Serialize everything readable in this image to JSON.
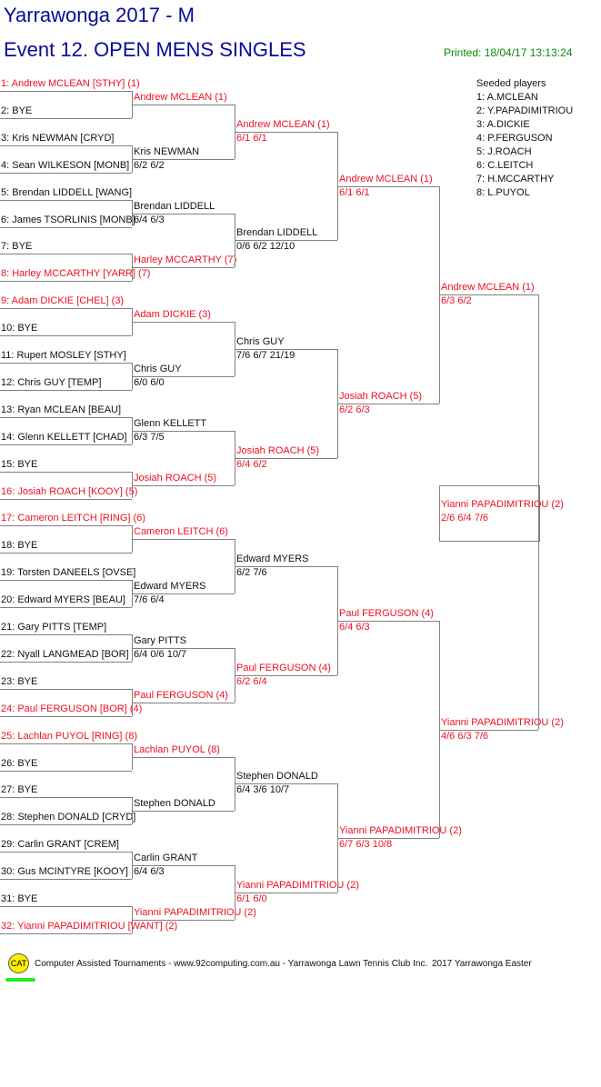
{
  "header": {
    "title": "Yarrawonga 2017 - M",
    "event": "Event 12. OPEN MENS SINGLES",
    "printed": "Printed: 18/04/17 13:13:24"
  },
  "seeded": {
    "heading": "Seeded players",
    "players": [
      "1: A.MCLEAN",
      "2: Y.PAPADIMITRIOU",
      "3: A.DICKIE",
      "4: P.FERGUSON",
      "5: J.ROACH",
      "6: C.LEITCH",
      "7: H.MCCARTHY",
      "8: L.PUYOL"
    ]
  },
  "colors": {
    "seeded": "#f01020",
    "normal": "#111111",
    "title": "#0a0a9a",
    "printed": "#0a8a0a",
    "lines": "#808080"
  },
  "draw": {
    "round1": [
      {
        "text": "1: Andrew MCLEAN [STHY] (1)",
        "seeded": true
      },
      {
        "text": "2: BYE",
        "seeded": false
      },
      {
        "text": "3: Kris NEWMAN [CRYD]",
        "seeded": false
      },
      {
        "text": "4: Sean WILKESON [MONB]",
        "seeded": false
      },
      {
        "text": "5: Brendan LIDDELL [WANG]",
        "seeded": false
      },
      {
        "text": "6: James TSORLINIS [MONB]",
        "seeded": false
      },
      {
        "text": "7: BYE",
        "seeded": false
      },
      {
        "text": "8: Harley MCCARTHY [YARR] (7)",
        "seeded": true
      },
      {
        "text": "9: Adam DICKIE [CHEL] (3)",
        "seeded": true
      },
      {
        "text": "10: BYE",
        "seeded": false
      },
      {
        "text": "11: Rupert MOSLEY [STHY]",
        "seeded": false
      },
      {
        "text": "12: Chris GUY [TEMP]",
        "seeded": false
      },
      {
        "text": "13: Ryan MCLEAN [BEAU]",
        "seeded": false
      },
      {
        "text": "14: Glenn KELLETT [CHAD]",
        "seeded": false
      },
      {
        "text": "15: BYE",
        "seeded": false
      },
      {
        "text": "16: Josiah ROACH [KOOY] (5)",
        "seeded": true
      },
      {
        "text": "17: Cameron LEITCH [RING] (6)",
        "seeded": true
      },
      {
        "text": "18: BYE",
        "seeded": false
      },
      {
        "text": "19: Torsten DANEELS [OVSE]",
        "seeded": false
      },
      {
        "text": "20: Edward MYERS [BEAU]",
        "seeded": false
      },
      {
        "text": "21: Gary PITTS [TEMP]",
        "seeded": false
      },
      {
        "text": "22: Nyall LANGMEAD [BOR]",
        "seeded": false
      },
      {
        "text": "23: BYE",
        "seeded": false
      },
      {
        "text": "24: Paul FERGUSON [BOR] (4)",
        "seeded": true
      },
      {
        "text": "25: Lachlan PUYOL [RING] (8)",
        "seeded": true
      },
      {
        "text": "26: BYE",
        "seeded": false
      },
      {
        "text": "27: BYE",
        "seeded": false
      },
      {
        "text": "28: Stephen DONALD [CRYD]",
        "seeded": false
      },
      {
        "text": "29: Carlin GRANT [CREM]",
        "seeded": false
      },
      {
        "text": "30: Gus MCINTYRE [KOOY]",
        "seeded": false
      },
      {
        "text": "31: BYE",
        "seeded": false
      },
      {
        "text": "32: Yianni PAPADIMITRIOU [WANT] (2)",
        "seeded": true
      }
    ],
    "round2": [
      {
        "name": "Andrew MCLEAN (1)",
        "score": "",
        "seeded": true
      },
      {
        "name": "Kris NEWMAN",
        "score": "6/2 6/2",
        "seeded": false
      },
      {
        "name": "Brendan LIDDELL",
        "score": "6/4 6/3",
        "seeded": false
      },
      {
        "name": "Harley MCCARTHY (7)",
        "score": "",
        "seeded": true
      },
      {
        "name": "Adam DICKIE (3)",
        "score": "",
        "seeded": true
      },
      {
        "name": "Chris GUY",
        "score": "6/0 6/0",
        "seeded": false
      },
      {
        "name": "Glenn KELLETT",
        "score": "6/3 7/5",
        "seeded": false
      },
      {
        "name": "Josiah ROACH (5)",
        "score": "",
        "seeded": true
      },
      {
        "name": "Cameron LEITCH (6)",
        "score": "",
        "seeded": true
      },
      {
        "name": "Edward MYERS",
        "score": "7/6 6/4",
        "seeded": false
      },
      {
        "name": "Gary PITTS",
        "score": "6/4 0/6 10/7",
        "seeded": false
      },
      {
        "name": "Paul FERGUSON (4)",
        "score": "",
        "seeded": true
      },
      {
        "name": "Lachlan PUYOL (8)",
        "score": "",
        "seeded": true
      },
      {
        "name": "Stephen DONALD",
        "score": "",
        "seeded": false
      },
      {
        "name": "Carlin GRANT",
        "score": "6/4 6/3",
        "seeded": false
      },
      {
        "name": "Yianni PAPADIMITRIOU (2)",
        "score": "",
        "seeded": true
      }
    ],
    "round3": [
      {
        "name": "Andrew MCLEAN (1)",
        "score": "6/1 6/1",
        "seeded": true
      },
      {
        "name": "Brendan LIDDELL",
        "score": "0/6 6/2 12/10",
        "seeded": false
      },
      {
        "name": "Chris GUY",
        "score": "7/6 6/7 21/19",
        "seeded": false
      },
      {
        "name": "Josiah ROACH (5)",
        "score": "6/4 6/2",
        "seeded": true
      },
      {
        "name": "Edward MYERS",
        "score": "6/2 7/6",
        "seeded": false
      },
      {
        "name": "Paul FERGUSON (4)",
        "score": "6/2 6/4",
        "seeded": true
      },
      {
        "name": "Stephen DONALD",
        "score": "6/4 3/6 10/7",
        "seeded": false
      },
      {
        "name": "Yianni PAPADIMITRIOU (2)",
        "score": "6/1 6/0",
        "seeded": true
      }
    ],
    "round4": [
      {
        "name": "Andrew MCLEAN (1)",
        "score": "6/1 6/1",
        "seeded": true
      },
      {
        "name": "Josiah ROACH (5)",
        "score": "6/2 6/3",
        "seeded": true
      },
      {
        "name": "Paul FERGUSON (4)",
        "score": "6/4 6/3",
        "seeded": true
      },
      {
        "name": "Yianni PAPADIMITRIOU (2)",
        "score": "6/7 6/3 10/8",
        "seeded": true
      }
    ],
    "round5": [
      {
        "name": "Andrew MCLEAN (1)",
        "score": "6/3 6/2",
        "seeded": true
      },
      {
        "name": "Yianni PAPADIMITRIOU (2)",
        "score": "4/6 6/3 7/6",
        "seeded": true
      }
    ],
    "final": {
      "name": "Yianni PAPADIMITRIOU (2)",
      "score": "2/6 6/4 7/6",
      "seeded": true
    }
  },
  "footer": {
    "logo": "CAT",
    "credit": "Computer Assisted Tournaments - www.92computing.com.au -  Yarrawonga Lawn Tennis Club Inc.",
    "tournament": "2017 Yarrawonga Easter"
  }
}
